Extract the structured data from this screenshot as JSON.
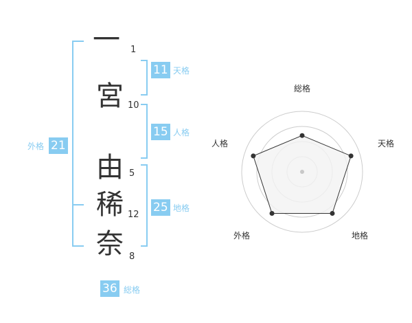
{
  "name": {
    "chars": [
      "一",
      "宮",
      "由",
      "稀",
      "奈"
    ],
    "strokes": [
      "1",
      "10",
      "5",
      "12",
      "8"
    ]
  },
  "fortune": {
    "tenkaku": {
      "value": "11",
      "label": "天格"
    },
    "jinkaku": {
      "value": "15",
      "label": "人格"
    },
    "chikaku": {
      "value": "25",
      "label": "地格"
    },
    "gaikaku": {
      "value": "21",
      "label": "外格"
    },
    "soukaku": {
      "value": "36",
      "label": "総格"
    }
  },
  "colors": {
    "accent": "#88ccf1",
    "text": "#333333",
    "grid": "#cccccc",
    "fill": "#f2f2f2",
    "line": "#333333"
  },
  "chart_data": {
    "type": "radar",
    "axes": [
      "総格",
      "天格",
      "地格",
      "外格",
      "人格"
    ],
    "values": [
      0.6,
      0.85,
      0.85,
      0.85,
      0.85
    ],
    "rings": 4
  }
}
